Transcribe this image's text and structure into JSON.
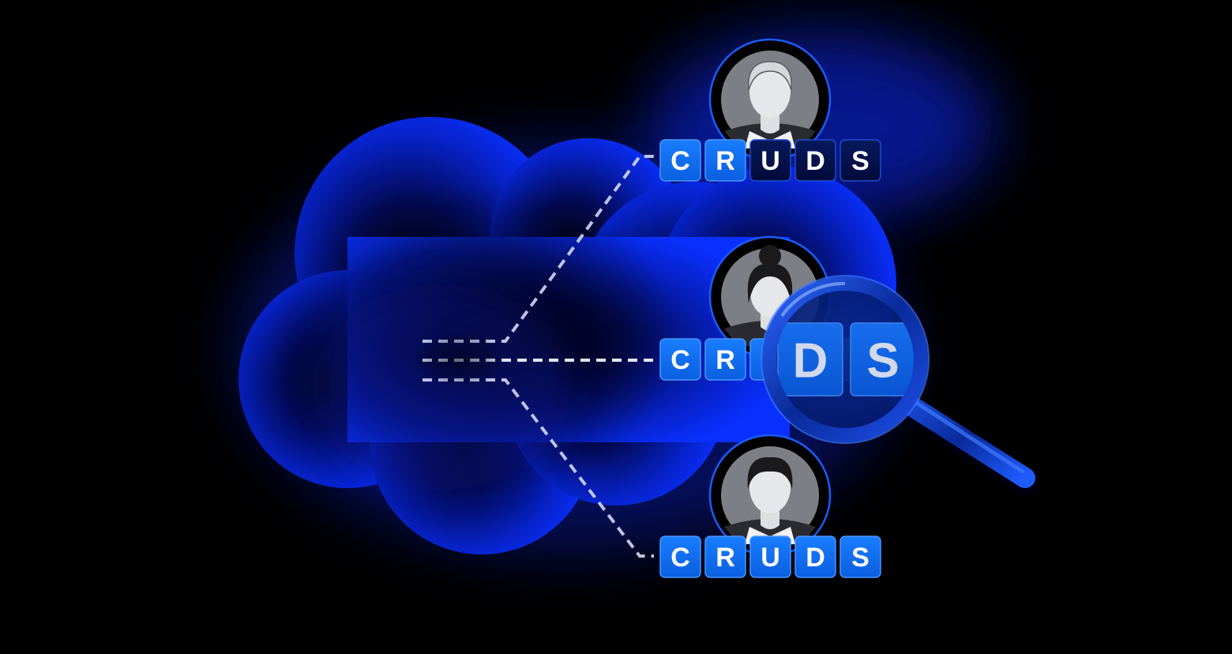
{
  "colors": {
    "background": "#000000",
    "cloud_bright": "#0a2cff",
    "cloud_dark": "#02063a",
    "key_active": "#0a6cf0",
    "key_inactive": "#03104a",
    "key_border": "#3a8cff",
    "ring": "#1a5cff",
    "connector": "#e8ecff"
  },
  "users": [
    {
      "avatar": "male-user-icon",
      "permissions": [
        {
          "letter": "C",
          "enabled": true
        },
        {
          "letter": "R",
          "enabled": true
        },
        {
          "letter": "U",
          "enabled": false
        },
        {
          "letter": "D",
          "enabled": false
        },
        {
          "letter": "S",
          "enabled": false
        }
      ]
    },
    {
      "avatar": "female-user-icon",
      "permissions": [
        {
          "letter": "C",
          "enabled": true
        },
        {
          "letter": "R",
          "enabled": true
        },
        {
          "letter": "U",
          "enabled": true
        },
        {
          "letter": "D",
          "enabled": true
        },
        {
          "letter": "S",
          "enabled": true
        }
      ]
    },
    {
      "avatar": "male-user-icon",
      "permissions": [
        {
          "letter": "C",
          "enabled": true
        },
        {
          "letter": "R",
          "enabled": true
        },
        {
          "letter": "U",
          "enabled": true
        },
        {
          "letter": "D",
          "enabled": true
        },
        {
          "letter": "S",
          "enabled": true
        }
      ]
    }
  ],
  "magnifier": {
    "icon": "magnifying-glass-icon",
    "letters": [
      "D",
      "S"
    ]
  }
}
